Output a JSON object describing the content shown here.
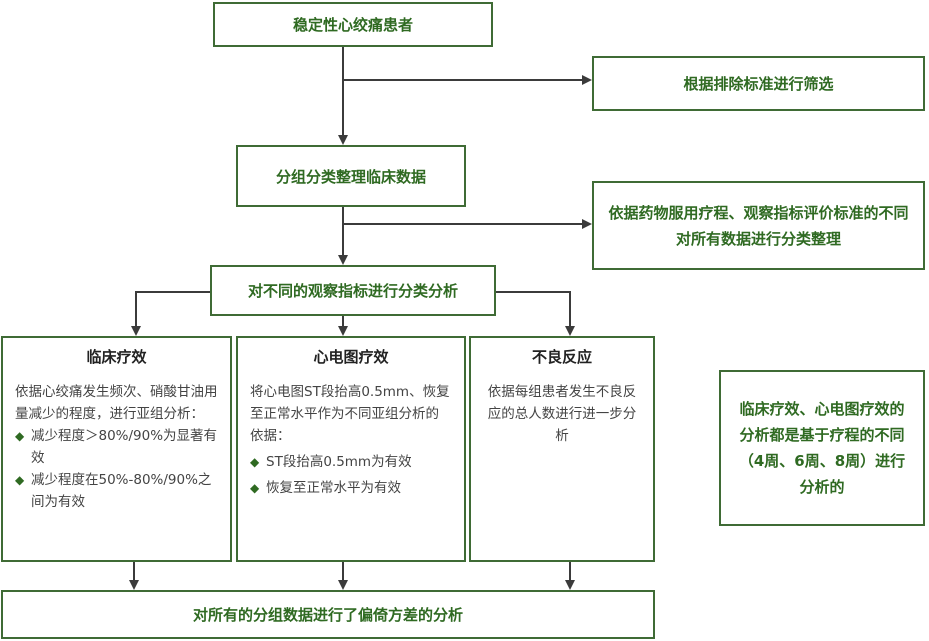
{
  "nodes": {
    "start": "稳定性心绞痛患者",
    "screening": "根据排除标准进行筛选",
    "group": "分组分类整理临床数据",
    "classify_note": "依据药物服用疗程、观察指标评价标准的不同对所有数据进行分类整理",
    "analysis": "对不同的观察指标进行分类分析",
    "final": "对所有的分组数据进行了偏倚方差的分析",
    "side_note": "临床疗效、心电图疗效的分析都是基于疗程的不同（4周、6周、8周）进行分析的"
  },
  "columns": [
    {
      "title": "临床疗效",
      "text": "依据心绞痛发生频次、硝酸甘油用量减少的程度，进行亚组分析：",
      "bullets": [
        "减少程度＞80%/90%为显著有效",
        "减少程度在50%-80%/90%之间为有效"
      ]
    },
    {
      "title": "心电图疗效",
      "text": "将心电图ST段抬高0.5mm、恢复至正常水平作为不同亚组分析的依据：",
      "bullets": [
        "ST段抬高0.5mm为有效",
        "恢复至正常水平为有效"
      ]
    },
    {
      "title": "不良反应",
      "text": "依据每组患者发生不良反应的总人数进行进一步分析",
      "bullets": []
    }
  ],
  "colors": {
    "border": "#3f6b35",
    "title_text": "#2f6a22",
    "arrow": "#3b3b3b",
    "body_text": "#444444"
  },
  "icons": {
    "bullet": "diamond-bullet-icon"
  }
}
